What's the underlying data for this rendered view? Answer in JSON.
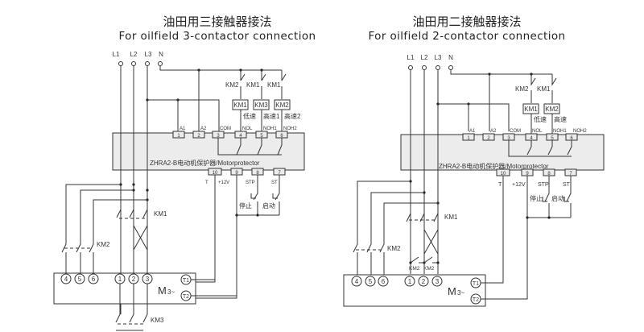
{
  "left": {
    "title_cn": "油田用三接触器接法",
    "title_en": "For oilfield 3-contactor connection",
    "supply": [
      "L1",
      "L2",
      "L3",
      "N"
    ],
    "top_terminals": [
      {
        "num": "1",
        "label": "A1"
      },
      {
        "num": "2",
        "label": "A2"
      },
      {
        "num": "3",
        "label": "COM"
      },
      {
        "num": "4",
        "label": "NOL"
      },
      {
        "num": "5",
        "label": "NOH1"
      },
      {
        "num": "6",
        "label": "NOH2"
      }
    ],
    "bottom_terminals": [
      {
        "num": "10",
        "label": "T"
      },
      {
        "num": "9",
        "label": "+12V"
      },
      {
        "num": "8",
        "label": "STP"
      },
      {
        "num": "7",
        "label": "ST"
      }
    ],
    "device_label": "ZHRA2-B电动机保护器/Motorprotector",
    "interlocks": [
      "KM2",
      "KM1",
      "KM1"
    ],
    "coils": [
      {
        "name": "KM1",
        "speed": "低速"
      },
      {
        "name": "KM3",
        "speed": "高速1"
      },
      {
        "name": "KM2",
        "speed": "高速2"
      }
    ],
    "buttons": {
      "stop": "停止",
      "start": "启动"
    },
    "contactors": [
      "KM1",
      "KM2",
      "KM3"
    ],
    "motor": {
      "terminals": [
        "4",
        "5",
        "6",
        "1",
        "2",
        "3"
      ],
      "label": "M",
      "sub": "3~",
      "thermal": [
        "T1",
        "T2"
      ]
    }
  },
  "right": {
    "title_cn": "油田用二接触器接法",
    "title_en": "For oilfield 2-contactor connection",
    "supply": [
      "L1",
      "L2",
      "L3",
      "N"
    ],
    "top_terminals": [
      {
        "num": "1",
        "label": "A1"
      },
      {
        "num": "2",
        "label": "A2"
      },
      {
        "num": "3",
        "label": "COM"
      },
      {
        "num": "4",
        "label": "NOL"
      },
      {
        "num": "5",
        "label": "NOH1"
      },
      {
        "num": "6",
        "label": "NOH2"
      }
    ],
    "bottom_terminals": [
      {
        "num": "10",
        "label": "T"
      },
      {
        "num": "9",
        "label": "+12V"
      },
      {
        "num": "8",
        "label": "STP"
      },
      {
        "num": "7",
        "label": "ST"
      }
    ],
    "device_label": "ZHRA2-B电动机保护器/Motorprotector",
    "interlocks": [
      "KM2",
      "KM1"
    ],
    "coils": [
      {
        "name": "KM1",
        "speed": "低速"
      },
      {
        "name": "KM2",
        "speed": "高速"
      }
    ],
    "buttons": {
      "stop": "停止",
      "start": "启动"
    },
    "contactors": [
      "KM1",
      "KM2"
    ],
    "star_contacts": [
      "KM2",
      "KM2"
    ],
    "motor": {
      "terminals": [
        "4",
        "5",
        "6",
        "1",
        "2",
        "3"
      ],
      "label": "M",
      "sub": "3~",
      "thermal": [
        "T1",
        "T2"
      ]
    }
  }
}
